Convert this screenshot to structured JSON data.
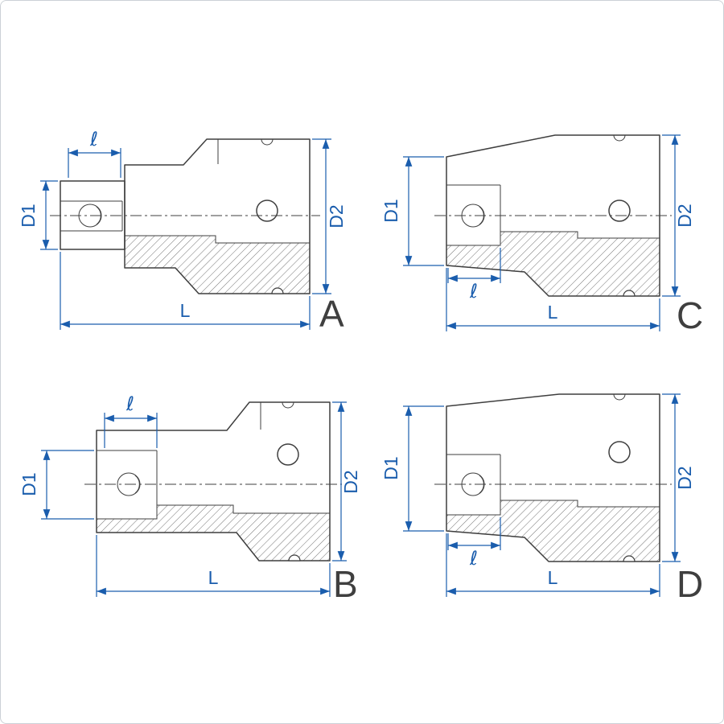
{
  "colors": {
    "line": "#3f3f3f",
    "dimension": "#1a5dad",
    "letter": "#3f3f3f",
    "hatch": "#4d4d4d",
    "background": "#ffffff"
  },
  "diagram": {
    "type": "technical-drawing",
    "subject": "impact-socket-cross-sections"
  },
  "panels": [
    {
      "id": "a",
      "letter": "A",
      "labels": {
        "d1": "D1",
        "d2": "D2",
        "length": "L",
        "square_depth": "ℓ"
      }
    },
    {
      "id": "b",
      "letter": "B",
      "labels": {
        "d1": "D1",
        "d2": "D2",
        "length": "L",
        "square_depth": "ℓ"
      }
    },
    {
      "id": "c",
      "letter": "C",
      "labels": {
        "d1": "D1",
        "d2": "D2",
        "length": "L",
        "square_depth": "ℓ"
      }
    },
    {
      "id": "d",
      "letter": "D",
      "labels": {
        "d1": "D1",
        "d2": "D2",
        "length": "L",
        "square_depth": "ℓ"
      }
    }
  ]
}
